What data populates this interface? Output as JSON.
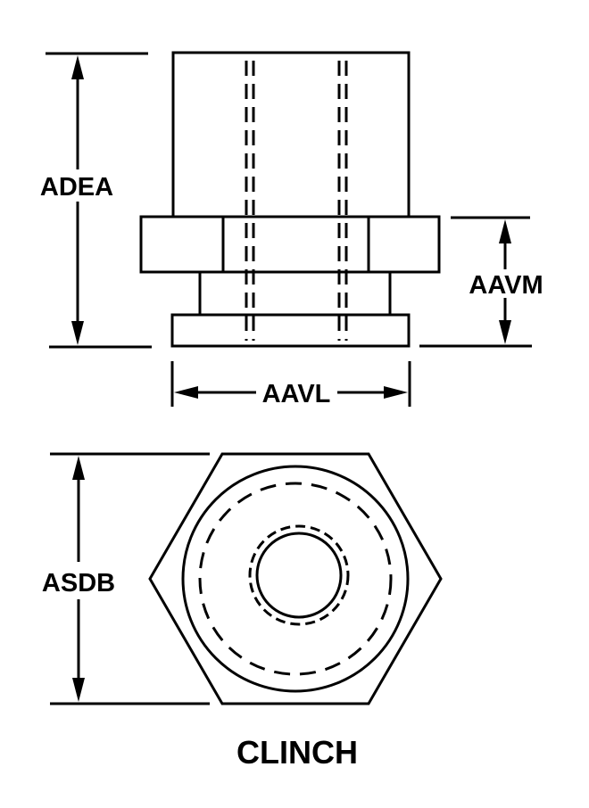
{
  "diagram": {
    "title": "CLINCH",
    "subject": "Clinch nut technical drawing",
    "line_color": "#000000",
    "background_color": "#ffffff",
    "views": {
      "side_view": {
        "dimensions": {
          "overall_height": "ADEA",
          "flange_height": "AAVM",
          "body_width": "AAVL"
        }
      },
      "top_view": {
        "dimensions": {
          "across_flats": "ASDB"
        }
      }
    }
  }
}
